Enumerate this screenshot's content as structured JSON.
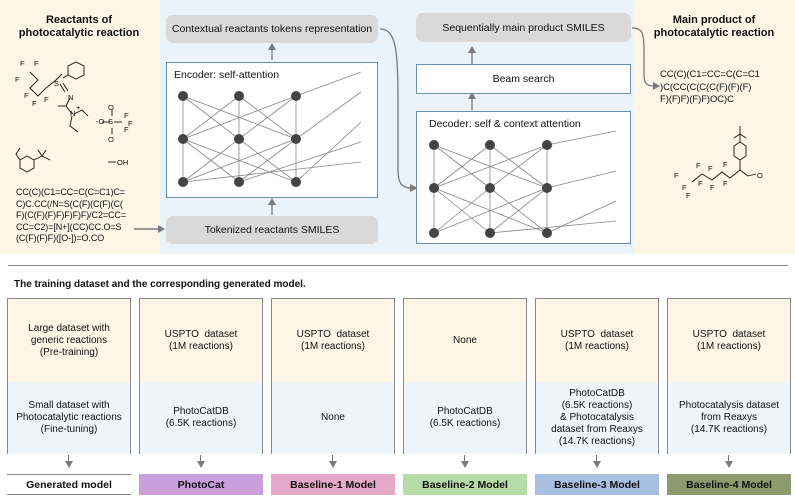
{
  "header": {
    "reactants_title": "Reactants of\nphotocatalytic reaction",
    "product_title": "Main product of\nphotocatalytic reaction",
    "reactants_smiles": "CC(C)(C1=CC=C(C=C1)C=\nC)C.CC(/N=S(C(F)(C(F)(C(\nF)(C(F)(F)F)F)F)F)/C2=CC=\nCC=C2)=[N+](CC)CC.O=S\n(C(F)(F)F)([O-])=O.CO",
    "product_smiles": "CC(C)(C1=CC=C(C=C1\n)C(CC(C(C(C(F)(F)(F)\nF)(F)F)(F)F)OC)C",
    "reactant_molecule_labels": {
      "fluorine": "F",
      "sulfur": "S",
      "nitrogen": "N",
      "nitrogen_plus": "N+",
      "triflate": "-O-S-",
      "triflate_oxygen": "O",
      "triflate_f": "F",
      "methanol": "OH"
    },
    "product_molecule_labels": {
      "fluorine": "F",
      "oxygen": "O"
    }
  },
  "model": {
    "contextual_box": "Contextual reactants tokens representation",
    "encoder_label": "Encoder: self-attention",
    "tokenized_box": "Tokenized reactants SMILES",
    "product_box": "Sequentially main  product SMILES",
    "beam_box": "Beam search",
    "decoder_label": "Decoder: self & context attention"
  },
  "dataset": {
    "section_title": "The training dataset and the corresponding generated model.",
    "columns": [
      {
        "top": "Large dataset with\ngeneric reactions\n(Pre-training)",
        "bottom": "Small dataset with\nPhotocatalytic reactions\n(Fine-tuning)",
        "model": "Generated model",
        "color": "#ffffff"
      },
      {
        "top": "USPTO  dataset\n(1M reactions)",
        "bottom": "PhotoCatDB\n(6.5K reactions)",
        "model": "PhotoCat",
        "color": "#c9a0dc"
      },
      {
        "top": "USPTO  dataset\n(1M reactions)",
        "bottom": "None",
        "model": "Baseline-1 Model",
        "color": "#e6a8c8"
      },
      {
        "top": "None",
        "bottom": "PhotoCatDB\n(6.5K reactions)",
        "model": "Baseline-2 Model",
        "color": "#b8dca8"
      },
      {
        "top": "USPTO  dataset\n(1M reactions)",
        "bottom": "PhotoCatDB\n(6.5K reactions)\n& Photocatalysis\ndataset from Reaxys\n(14.7K reactions)",
        "model": "Baseline-3 Model",
        "color": "#a9bfe0"
      },
      {
        "top": "USPTO  dataset\n(1M reactions)",
        "bottom": "Photocatalysis dataset\nfrom Reaxys\n(14.7K reactions)",
        "model": "Baseline-4 Model",
        "color": "#8e9a6e"
      }
    ]
  }
}
